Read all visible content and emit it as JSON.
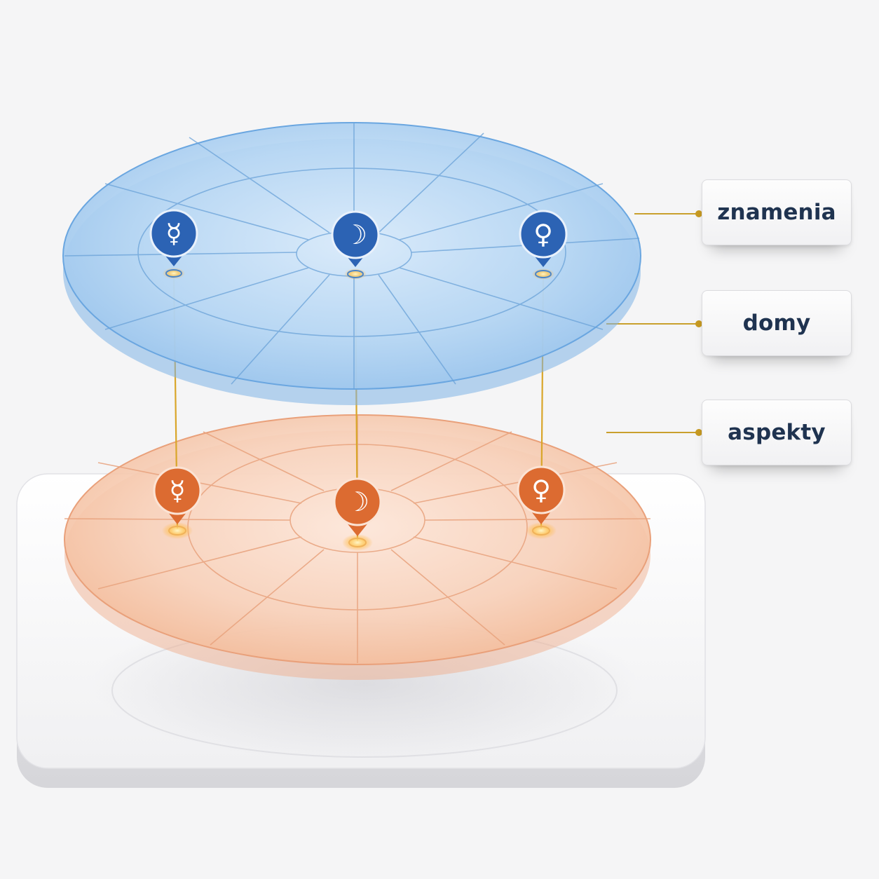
{
  "labels": {
    "signs": "znamenia",
    "houses": "domy",
    "aspects": "aspekty"
  },
  "planets": [
    {
      "name": "mercury",
      "glyph": "☿"
    },
    {
      "name": "moon",
      "glyph": "☽"
    },
    {
      "name": "venus",
      "glyph": "♀"
    }
  ],
  "colors": {
    "top_disc": "#a9cdf0",
    "top_disc_edge": "#6aa6e0",
    "top_marker": "#2c63b4",
    "bottom_disc": "#f6c4a8",
    "bottom_disc_edge": "#e9a07a",
    "bottom_marker": "#dc6b31",
    "connector": "#d9a62a",
    "label_text": "#1f3350"
  },
  "icons": [
    "mercury-icon",
    "moon-icon",
    "venus-icon"
  ]
}
